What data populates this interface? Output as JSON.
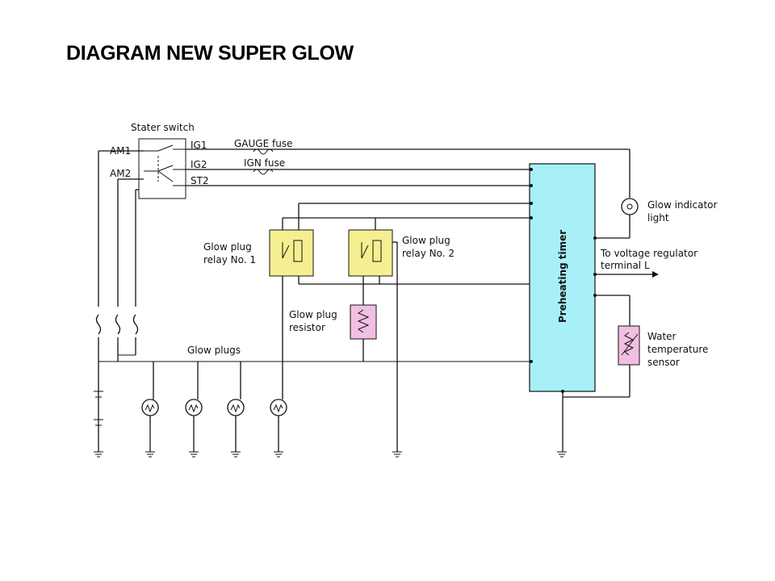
{
  "title": "DIAGRAM NEW SUPER GLOW",
  "labels": {
    "starter_switch": "Stater switch",
    "am1": "AM1",
    "am2": "AM2",
    "ig1": "IG1",
    "ig2": "IG2",
    "st2": "ST2",
    "gauge_fuse": "GAUGE fuse",
    "ign_fuse": "IGN fuse",
    "relay1_line1": "Glow plug",
    "relay1_line2": "relay No. 1",
    "relay2_line1": "Glow plug",
    "relay2_line2": "relay No. 2",
    "resistor_line1": "Glow plug",
    "resistor_line2": "resistor",
    "glow_plugs": "Glow plugs",
    "timer": "Preheating timer",
    "indicator_line1": "Glow indicator",
    "indicator_line2": "light",
    "regulator_line1": "To voltage regulator",
    "regulator_line2": "terminal L",
    "sensor_line1": "Water",
    "sensor_line2": "temperature",
    "sensor_line3": "sensor"
  },
  "colors": {
    "relay_fill": "#f5ef91",
    "resistor_fill": "#f2bfe2",
    "timer_fill": "#a8f0f8",
    "line": "#111111"
  }
}
